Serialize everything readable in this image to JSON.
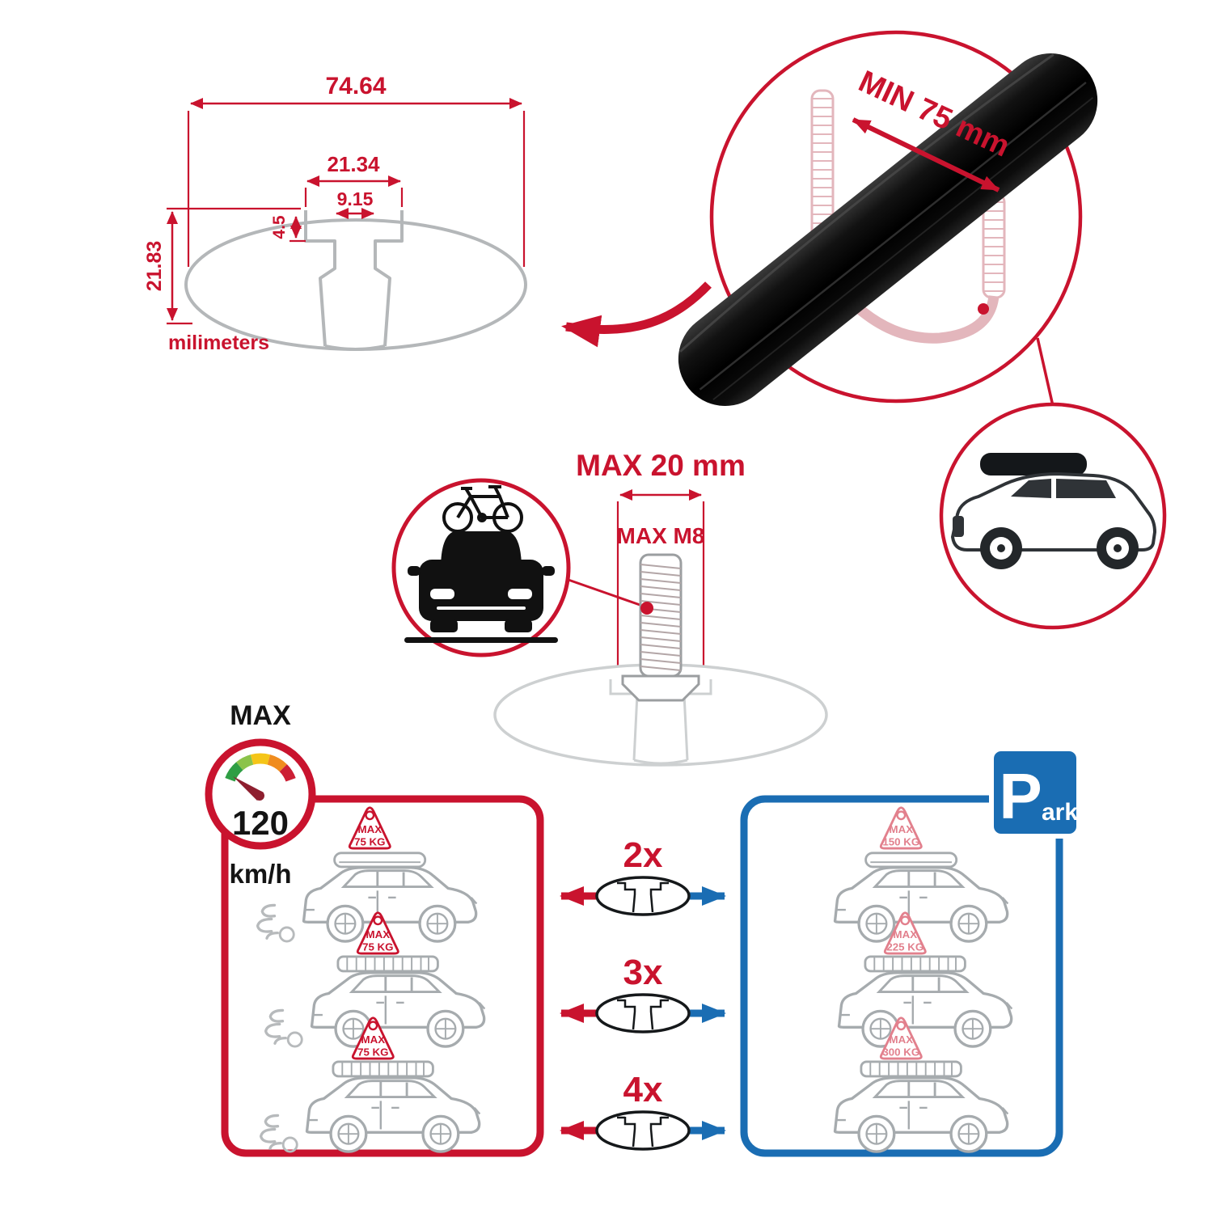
{
  "colors": {
    "accent_red": "#c9132e",
    "accent_blue": "#1a6db3",
    "outline_gray": "#a6abae",
    "bar_black": "#0d0d0d",
    "clamp_pink": "#e3b6bc"
  },
  "icons": {
    "speedometer": "speed-gauge-icon",
    "park_sign": "parking-sign-icon",
    "bike_car_badge": "car-with-bike-icon",
    "suv_roofbox_badge": "suv-with-roofbox-icon",
    "crossbar_profile": "crossbar-oval-profile-icon"
  },
  "cross_section": {
    "dim_total_width": "74.64",
    "dim_slot_outer": "21.34",
    "dim_slot_inner": "9.15",
    "dim_slot_depth": "4.5",
    "dim_total_height": "21.83",
    "unit": "milimeters"
  },
  "bar_detail": {
    "min_label": "MIN 75 mm"
  },
  "bolt_detail": {
    "width_label": "MAX 20 mm",
    "thread_label": "MAX M8"
  },
  "speed_limit": {
    "title": "MAX",
    "value": "120",
    "unit": "km/h"
  },
  "park_sign": {
    "letter": "P",
    "rest": "ark"
  },
  "driving_panel": {
    "cars": [
      {
        "tag_line1": "MAX",
        "tag_line2": "75 KG"
      },
      {
        "tag_line1": "MAX",
        "tag_line2": "75 KG"
      },
      {
        "tag_line1": "MAX",
        "tag_line2": "75 KG"
      }
    ]
  },
  "multipliers": [
    {
      "label": "2x"
    },
    {
      "label": "3x"
    },
    {
      "label": "4x"
    }
  ],
  "parked_panel": {
    "cars": [
      {
        "tag_line1": "MAX",
        "tag_line2": "150 KG"
      },
      {
        "tag_line1": "MAX",
        "tag_line2": "225 KG"
      },
      {
        "tag_line1": "MAX",
        "tag_line2": "300 KG"
      }
    ]
  }
}
